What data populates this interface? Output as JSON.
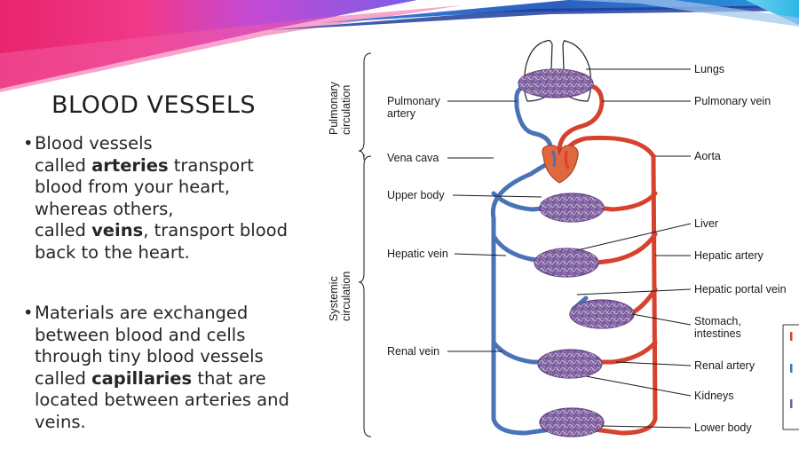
{
  "slide": {
    "title": "BLOOD VESSELS",
    "bullets": [
      {
        "t1": "Blood vessels",
        "t2": "called ",
        "b1": "arteries",
        "t3": " transport blood from your heart, whereas others,",
        "t4": "called ",
        "b2": "veins",
        "t5": ", transport blood back to the heart."
      },
      {
        "t1": "Materials are exchanged between blood and cells through tiny blood vessels called ",
        "b1": "capillaries",
        "t2": " that are located between arteries and veins."
      }
    ]
  },
  "diagram": {
    "sections": {
      "pulmonary": [
        "Pulmonary",
        "circulation"
      ],
      "systemic": [
        "Systemic",
        "circulation"
      ]
    },
    "left_labels": {
      "pulmonary_artery": [
        "Pulmonary",
        "artery"
      ],
      "vena_cava": "Vena cava",
      "upper_body": "Upper body",
      "hepatic_vein": "Hepatic vein",
      "renal_vein": "Renal vein"
    },
    "right_labels": {
      "lungs": "Lungs",
      "pulmonary_vein": "Pulmonary vein",
      "aorta": "Aorta",
      "liver": "Liver",
      "hepatic_artery": "Hepatic artery",
      "hepatic_portal_vein": "Hepatic portal vein",
      "stomach": [
        "Stomach,",
        "intestines"
      ],
      "renal_artery": "Renal artery",
      "kidneys": "Kidneys",
      "lower_body": "Lower body"
    },
    "colors": {
      "vein": "#4a72b6",
      "artery": "#d6422e",
      "capillary": "#7a5a9c",
      "heart": "#e0673e"
    }
  }
}
